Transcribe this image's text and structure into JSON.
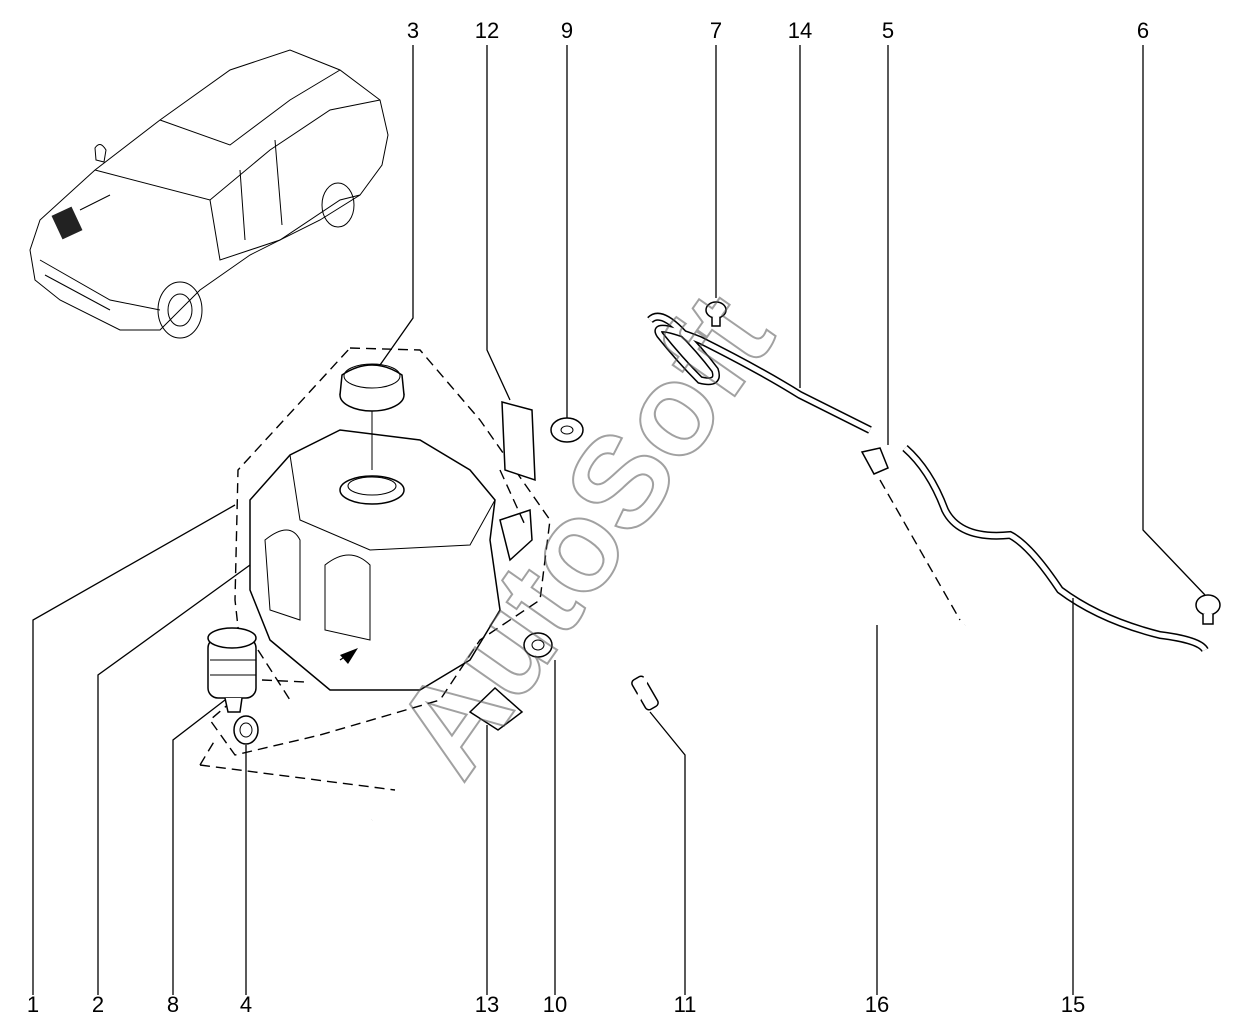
{
  "watermark": "AutoSoft",
  "callouts": [
    "1",
    "2",
    "3",
    "4",
    "5",
    "6",
    "7",
    "8",
    "9",
    "10",
    "11",
    "12",
    "13",
    "14",
    "15",
    "16"
  ]
}
